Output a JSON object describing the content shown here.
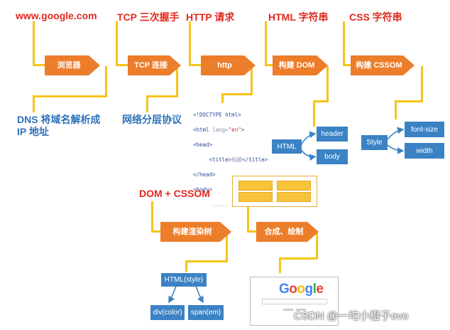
{
  "row1": {
    "google": "www.google.com",
    "tcp": "TCP 三次握手",
    "http": "HTTP 请求",
    "html": "HTML 字符串",
    "css": "CSS 字符串"
  },
  "steps": {
    "browser": "浏览器",
    "tcp": "TCP 连接",
    "http": "http",
    "dom": "构建 DOM",
    "cssom": "构建 CSSOM",
    "render": "构建渲染树",
    "paint": "合成、绘制"
  },
  "notes": {
    "dns": "DNS 将域名解析成 IP 地址",
    "net": "网络分层协议"
  },
  "code": {
    "line1_tag": "<!DOCTYPE html>",
    "line2_open": "<html",
    "line2_attr": "lang=",
    "line2_val": "\"en\"",
    "line2_close": ">",
    "line3": "<head>",
    "line4_open": "<title>",
    "line4_text": "标题",
    "line4_close": "</title>",
    "line5": "</head>",
    "line6": "<body>",
    "line7": "....."
  },
  "dom_tree": {
    "root": "HTML",
    "child1": "header",
    "child2": "body"
  },
  "cssom_tree": {
    "root": "Style",
    "child1": "font-size",
    "child2": "width"
  },
  "row2": {
    "dom_cssom": "DOM + CSSOM"
  },
  "render_tree": {
    "root": "HTML(style)",
    "child1": "div(color)",
    "child2": "span(em)"
  },
  "google_logo": [
    "G",
    "o",
    "o",
    "g",
    "l",
    "e"
  ],
  "colors": {
    "arrow": "#ec7d2a",
    "connector": "#f5c518",
    "box": "#3b82c4",
    "title": "#e02a1f",
    "note": "#2d72b8"
  },
  "watermark": "CSDN @一坨小橙子ovo"
}
